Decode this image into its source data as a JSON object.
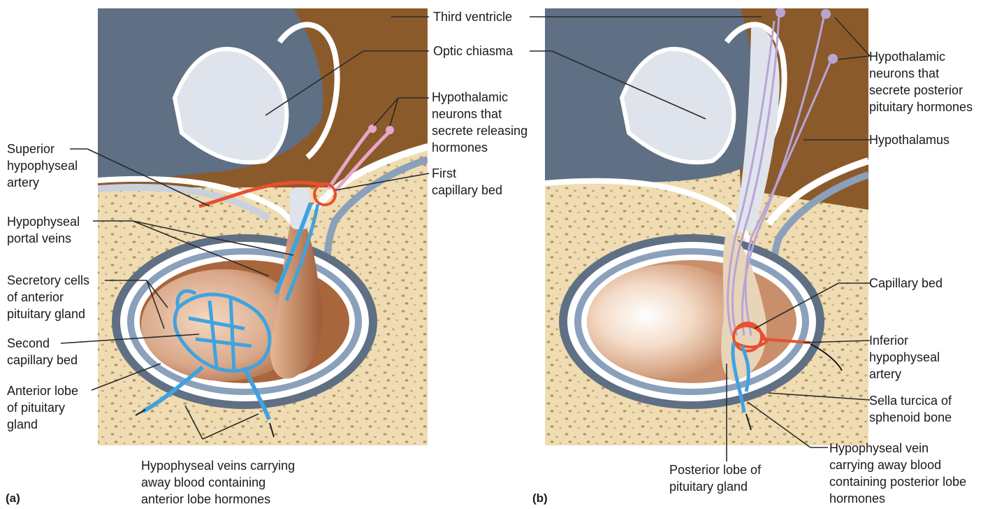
{
  "panels": {
    "a": {
      "letter": "(a)"
    },
    "b": {
      "letter": "(b)"
    }
  },
  "labels": {
    "third_ventricle": "Third ventricle",
    "optic_chiasma": "Optic chiasma",
    "hypothalamic_releasing": [
      "Hypothalamic",
      "neurons that",
      "secrete releasing",
      "hormones"
    ],
    "first_capillary_bed": [
      "First",
      "capillary bed"
    ],
    "superior_hypophyseal_artery": [
      "Superior",
      "hypophyseal",
      "artery"
    ],
    "hypophyseal_portal_veins": [
      "Hypophyseal",
      "portal veins"
    ],
    "secretory_cells": [
      "Secretory cells",
      "of anterior",
      "pituitary gland"
    ],
    "second_capillary_bed": [
      "Second",
      "capillary bed"
    ],
    "anterior_lobe": [
      "Anterior lobe",
      "of pituitary",
      "gland"
    ],
    "hypophyseal_veins_anterior": [
      "Hypophyseal veins carrying",
      "away blood containing",
      "anterior lobe hormones"
    ],
    "hypothalamic_posterior": [
      "Hypothalamic",
      "neurons that",
      "secrete posterior",
      "pituitary hormones"
    ],
    "hypothalamus": "Hypothalamus",
    "capillary_bed": "Capillary bed",
    "inferior_hypophyseal_artery": [
      "Inferior",
      "hypophyseal",
      "artery"
    ],
    "sella_turcica": [
      "Sella turcica of",
      "sphenoid bone"
    ],
    "hypophyseal_vein_posterior": [
      "Hypophyseal vein",
      "carrying away blood",
      "containing posterior lobe",
      "hormones"
    ],
    "posterior_lobe": [
      "Posterior lobe of",
      "pituitary gland"
    ]
  },
  "colors": {
    "brain_tissue": "#8b5a2b",
    "ventricle_gray": "#5f6f84",
    "chiasma_light": "#dfe4ec",
    "bone": "#efdcb2",
    "bone_pores": "#b99a6a",
    "gland_tan": "#d9a88a",
    "gland_dark": "#a9663c",
    "vein_blue": "#3fa3e0",
    "artery_red": "#e8502f",
    "neuron_pink": "#e9a6c9",
    "neuron_lavender": "#b9a4d6",
    "leader": "#2a2a2a"
  }
}
